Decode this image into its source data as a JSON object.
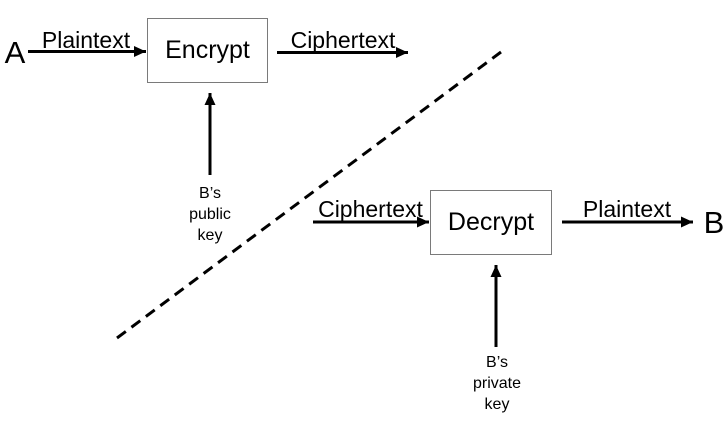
{
  "diagram": {
    "sender": "A",
    "receiver": "B",
    "encrypt_box": "Encrypt",
    "decrypt_box": "Decrypt",
    "labels": {
      "plaintext_in": "Plaintext",
      "ciphertext_out": "Ciphertext",
      "ciphertext_in": "Ciphertext",
      "plaintext_out": "Plaintext",
      "public_key": "B’s public key",
      "private_key": "B’s private key"
    },
    "colors": {
      "stroke": "#000000",
      "box_border": "#7a7a7a",
      "background": "#ffffff",
      "text": "#000000"
    }
  }
}
